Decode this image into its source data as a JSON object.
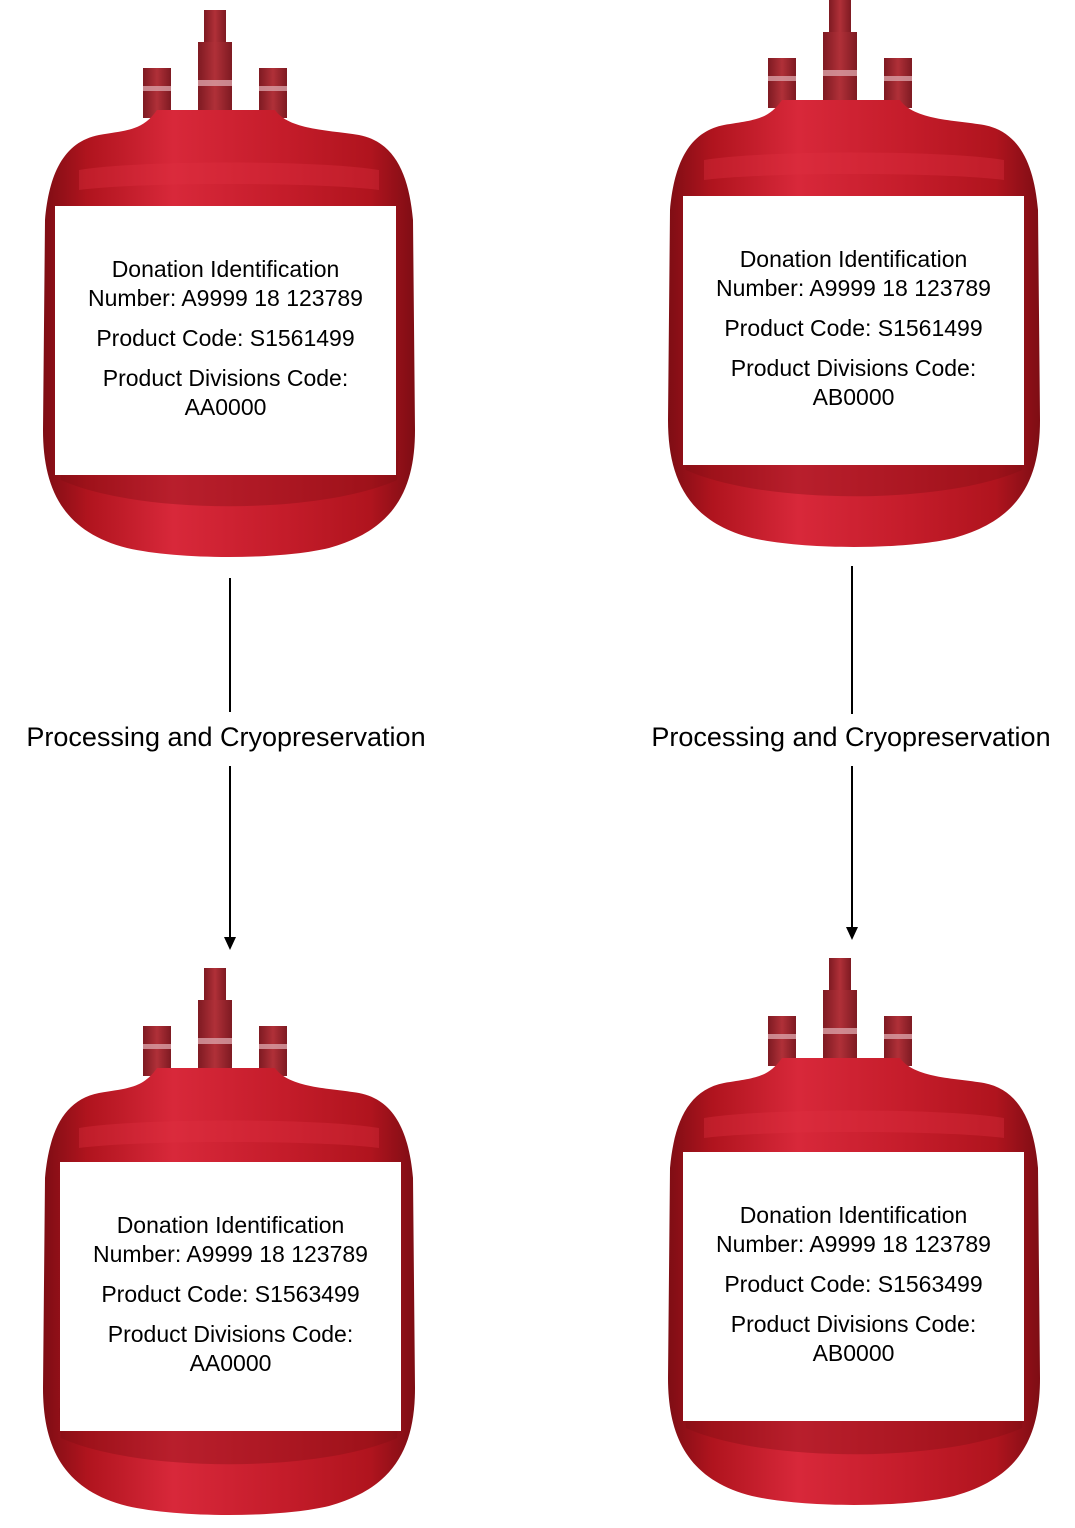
{
  "labels": {
    "top_left": {
      "donation_line1": "Donation Identification",
      "donation_line2": "Number:  A9999 18 123789",
      "product_code": "Product Code:  S1561499",
      "divisions_line1": "Product Divisions Code:",
      "divisions_line2": "AA0000"
    },
    "top_right": {
      "donation_line1": "Donation Identification",
      "donation_line2": "Number:  A9999 18 123789",
      "product_code": "Product Code:  S1561499",
      "divisions_line1": "Product Divisions Code:",
      "divisions_line2": "AB0000"
    },
    "bottom_left": {
      "donation_line1": "Donation Identification",
      "donation_line2": "Number:  A9999 18 123789",
      "product_code": "Product Code:  S1563499",
      "divisions_line1": "Product Divisions Code:",
      "divisions_line2": "AA0000"
    },
    "bottom_right": {
      "donation_line1": "Donation Identification",
      "donation_line2": "Number:  A9999 18 123789",
      "product_code": "Product Code:  S1563499",
      "divisions_line1": "Product Divisions Code:",
      "divisions_line2": "AB0000"
    }
  },
  "process": {
    "left": "Processing and Cryopreservation",
    "right": "Processing and Cryopreservation"
  },
  "colors": {
    "bag_main": "#b0141e",
    "bag_dark": "#7e0d14",
    "bag_light": "#d8283a",
    "port": "#9c2a32",
    "port_band": "#d9a0a6"
  }
}
